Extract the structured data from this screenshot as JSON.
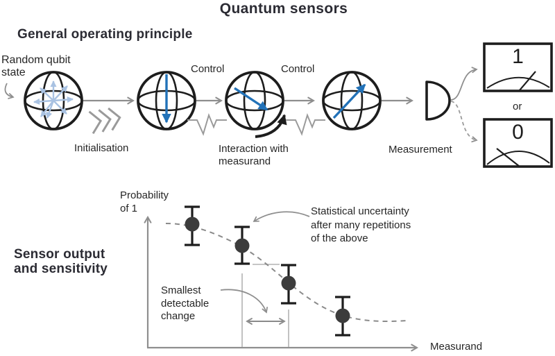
{
  "title": "Quantum sensors",
  "principle": {
    "heading": "General operating principle",
    "labels": {
      "random_state": "Random qubit\nstate",
      "initialisation": "Initialisation",
      "control_1": "Control",
      "control_2": "Control",
      "interaction": "Interaction with\nmeasurand",
      "measurement": "Measurement",
      "or": "or",
      "meter_one": "1",
      "meter_zero": "0"
    }
  },
  "sensor_section": {
    "heading": "Sensor output\nand sensitivity",
    "y_axis_label": "Probability\nof 1",
    "x_axis_label": "Measurand",
    "annotation_uncertainty": "Statistical uncertainty\nafter many repetitions\nof the above",
    "annotation_smallest": "Smallest\ndetectable\nchange"
  },
  "chart_data": {
    "type": "scatter",
    "x": [
      1,
      2,
      3,
      4
    ],
    "y": [
      0.85,
      0.7,
      0.45,
      0.24
    ],
    "y_error": [
      0.13,
      0.13,
      0.13,
      0.13
    ],
    "curve": "decreasing sigmoid, dashed, through the four points",
    "title": "",
    "xlabel": "Measurand",
    "ylabel": "Probability of 1",
    "axis_ticks": "none shown",
    "grid": false,
    "annotations": [
      "Statistical uncertainty after many repetitions of the above (points to error bar of point 2)",
      "Smallest detectable change (double arrow between x of point 2 and x of point 3)"
    ]
  },
  "colors": {
    "outline_black": "#1d1d1d",
    "state_arrow_blue": "#2272b8",
    "random_arrow_light_blue": "#a9c2e2",
    "connector_gray": "#8e8e8e",
    "reference_line_gray": "#b3b3b3",
    "data_point_fill": "#3c3c3c",
    "heading_text": "#2b2b33",
    "label_text": "#262626"
  }
}
